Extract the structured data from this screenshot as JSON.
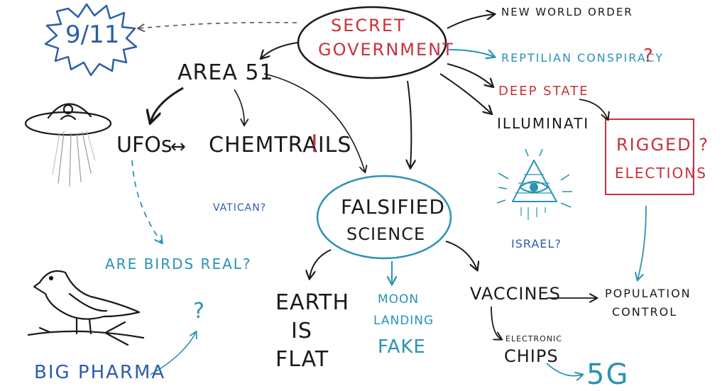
{
  "nodes": {
    "nine_eleven": "9/11",
    "secret_government_1": "Secret",
    "secret_government_2": "Government",
    "new_world_order": "New World Order",
    "reptilian": "Reptilian Conspiracy",
    "reptilian_q": "?",
    "deep_state": "Deep State",
    "illuminati": "Illuminati",
    "area51": "Area 51",
    "ufos": "UFOs",
    "ufos_arrow": "↔",
    "chemtrails": "Chemtrails",
    "chemtrails_excl": "!",
    "vatican": "Vatican?",
    "rigged_1": "Rigged ?",
    "rigged_2": "Elections",
    "falsified_1": "Falsified",
    "falsified_2": "Science",
    "israel": "Israel?",
    "are_birds_real": "Are Birds Real?",
    "question_mark": "?",
    "earth_1": "Earth",
    "earth_2": "Is",
    "earth_3": "Flat",
    "moon_1": "Moon",
    "moon_2": "Landing",
    "moon_3": "Fake",
    "vaccines": "Vaccines",
    "population_1": "Population",
    "population_2": "Control",
    "electronic": "Electronic",
    "chips": "Chips",
    "five_g": "5G",
    "big_pharma": "Big Pharma"
  },
  "colors": {
    "black": "#1a1a1a",
    "red": "#c8323a",
    "teal": "#2a93b3",
    "blue": "#2c5ea8"
  },
  "icons": [
    "ufo-icon",
    "eye-pyramid-icon",
    "bird-icon"
  ]
}
